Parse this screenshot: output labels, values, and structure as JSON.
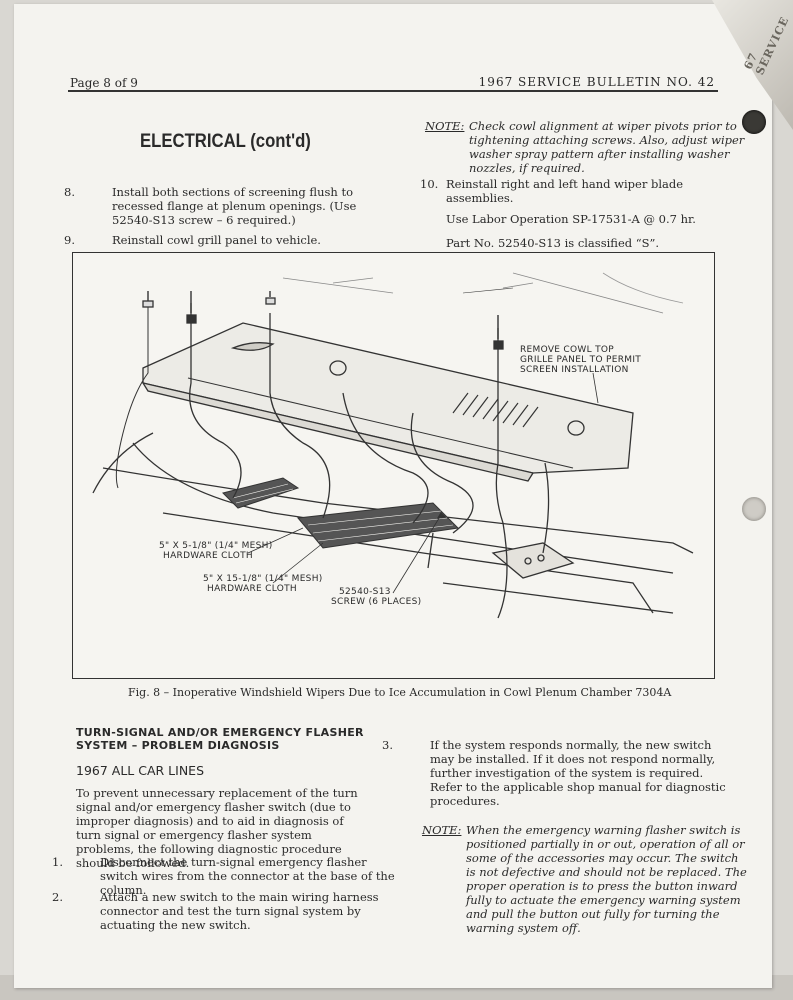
{
  "header": {
    "page_label": "Page 8 of 9",
    "bulletin": "1967 SERVICE BULLETIN NO. 42",
    "curl_text": "67 SERVICE"
  },
  "section_title": "ELECTRICAL (cont'd)",
  "left_steps": [
    {
      "num": "8.",
      "text": "Install both sections of screening flush to recessed flange at plenum openings. (Use 52540-S13 screw – 6 required.)"
    },
    {
      "num": "9.",
      "text": "Reinstall cowl grill panel to vehicle."
    }
  ],
  "note_top": {
    "label": "NOTE:",
    "text": "Check cowl alignment at wiper pivots prior to tightening attaching screws. Also, adjust wiper washer spray pattern after installing washer nozzles, if required."
  },
  "step10": {
    "num": "10.",
    "text": "Reinstall right and left hand wiper blade assemblies."
  },
  "labor_op": "Use Labor Operation SP-17531-A @ 0.7 hr.",
  "part_no": "Part No. 52540-S13 is classified “S”.",
  "figure": {
    "label_remove_1": "REMOVE COWL TOP",
    "label_remove_2": "GRILLE PANEL TO PERMIT",
    "label_remove_3": "SCREEN INSTALLATION",
    "label_small_1": "5\" X 5-1/8\" (1/4\" MESH)",
    "label_small_2": "HARDWARE CLOTH",
    "label_large_1": "5\" X 15-1/8\" (1/4\" MESH)",
    "label_large_2": "HARDWARE CLOTH",
    "label_screw_1": "52540-S13",
    "label_screw_2": "SCREW (6 PLACES)"
  },
  "caption": "Fig. 8 – Inoperative Windshield Wipers Due to Ice Accumulation in Cowl Plenum Chamber   7304A",
  "subsection": {
    "title_line1": "TURN-SIGNAL AND/OR EMERGENCY FLASHER",
    "title_line2": "SYSTEM – PROBLEM DIAGNOSIS",
    "car_lines": "1967 ALL CAR LINES",
    "intro": "To prevent unnecessary replacement of the turn signal and/or emergency flasher switch (due to improper diagnosis) and to aid in diagnosis of turn signal or emergency flasher system problems, the following diagnostic procedure should be followed.",
    "step1": {
      "num": "1.",
      "text": "Disconnect the turn-signal emergency flasher switch wires from the connector at the base of the column."
    },
    "step2": {
      "num": "2.",
      "text": "Attach a new switch to the main wiring harness connector and test the turn signal system by actuating the new switch."
    },
    "step3": {
      "num": "3.",
      "text": "If the system responds normally, the new switch may be installed. If it does not respond normally, further investigation of the system is required. Refer to the applicable shop manual for diagnostic procedures."
    },
    "note": {
      "label": "NOTE:",
      "text": "When the emergency warning flasher switch is positioned partially in or out, operation of all or some of the accessories may occur. The switch is not defective and should not be replaced. The proper operation is to press the button inward fully to actuate the emergency warning system and pull the button out fully for turning the warning system off."
    }
  }
}
